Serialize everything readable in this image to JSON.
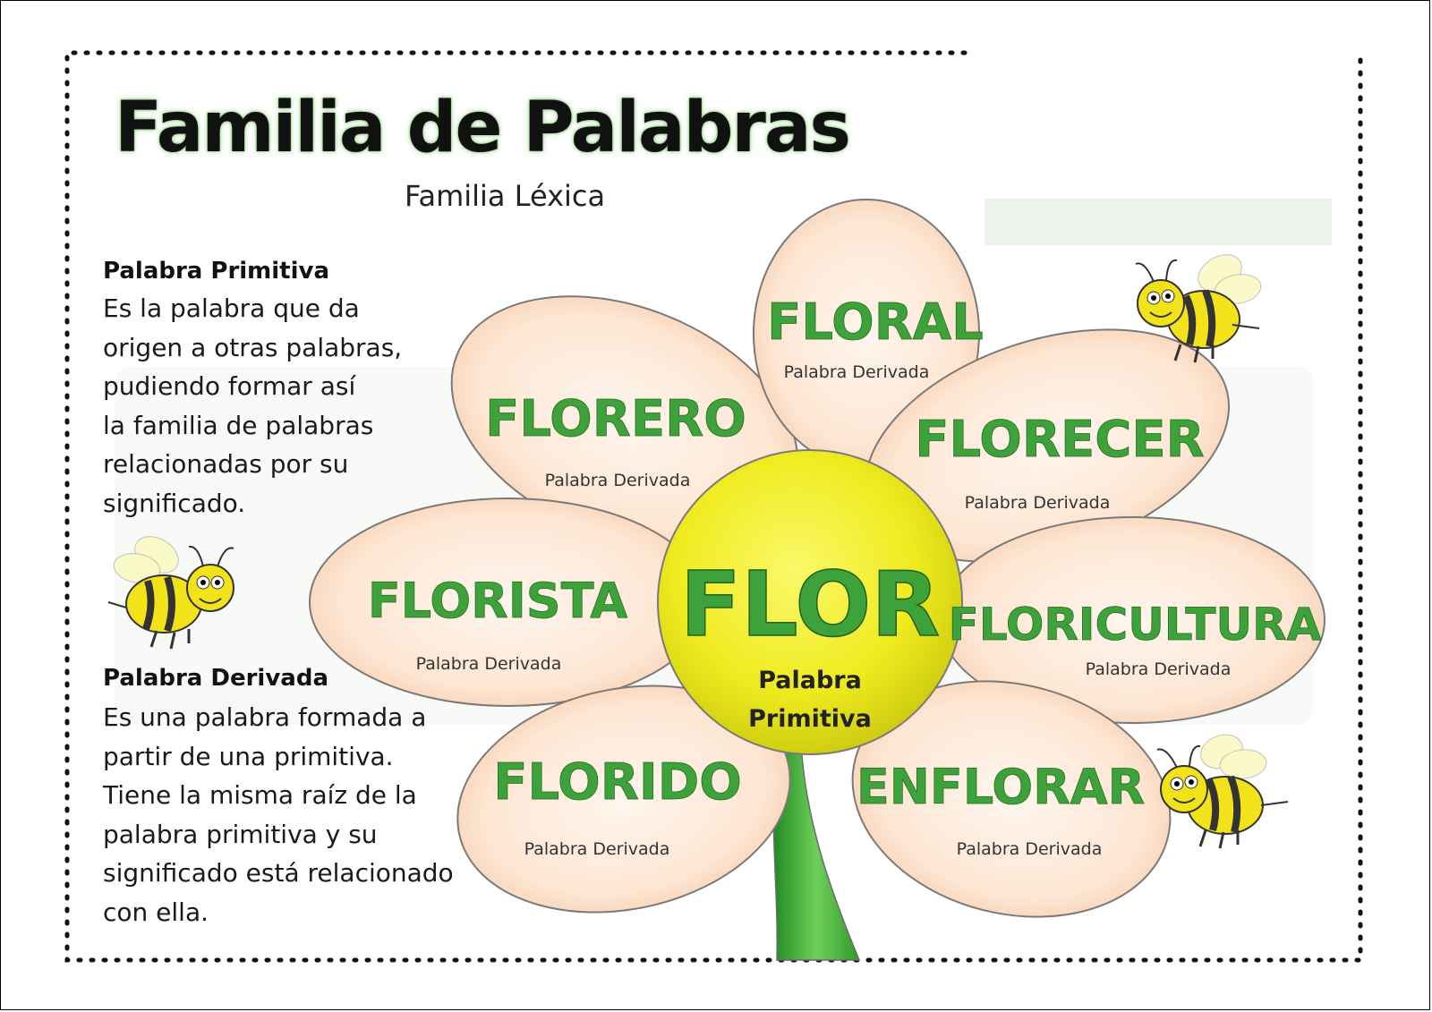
{
  "title": "Familia de Palabras",
  "subtitle": "Familia Léxica",
  "primitive_definition": {
    "heading": "Palabra Primitiva",
    "lines": [
      "Es la palabra que da",
      "origen a otras palabras,",
      "pudiendo formar así",
      "la familia de palabras",
      "relacionadas por su",
      "significado."
    ]
  },
  "derived_definition": {
    "heading": "Palabra Derivada",
    "lines": [
      "Es una palabra formada a",
      "partir de una primitiva.",
      "Tiene la misma raíz de la",
      "palabra primitiva y su",
      "significado está relacionado",
      "con ella."
    ]
  },
  "flower": {
    "center": {
      "word": "FLOR",
      "label_line1": "Palabra",
      "label_line2": "Primitiva"
    },
    "petals": [
      {
        "word": "FLORAL",
        "label": "Palabra Derivada"
      },
      {
        "word": "FLORERO",
        "label": "Palabra Derivada"
      },
      {
        "word": "FLORECER",
        "label": "Palabra Derivada"
      },
      {
        "word": "FLORISTA",
        "label": "Palabra Derivada"
      },
      {
        "word": "FLORICULTURA",
        "label": "Palabra Derivada"
      },
      {
        "word": "FLORIDO",
        "label": "Palabra Derivada"
      },
      {
        "word": "ENFLORAR",
        "label": "Palabra Derivada"
      }
    ]
  },
  "colors": {
    "petal_fill": "#fbe3cf",
    "petal_stroke": "#7a7a7a",
    "word_green": "#3ea23a",
    "center_yellow": "#f2ee1e",
    "stem_green": "#3fae3a"
  },
  "decorations": [
    "bee-icon",
    "bee-icon",
    "bee-icon"
  ]
}
